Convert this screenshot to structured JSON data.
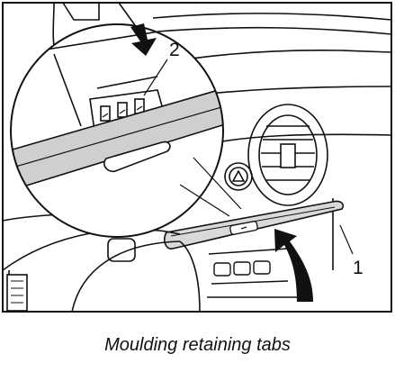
{
  "figure": {
    "callouts": {
      "moulding": "1",
      "retaining_tab": "2"
    },
    "caption": "Moulding retaining tabs"
  }
}
